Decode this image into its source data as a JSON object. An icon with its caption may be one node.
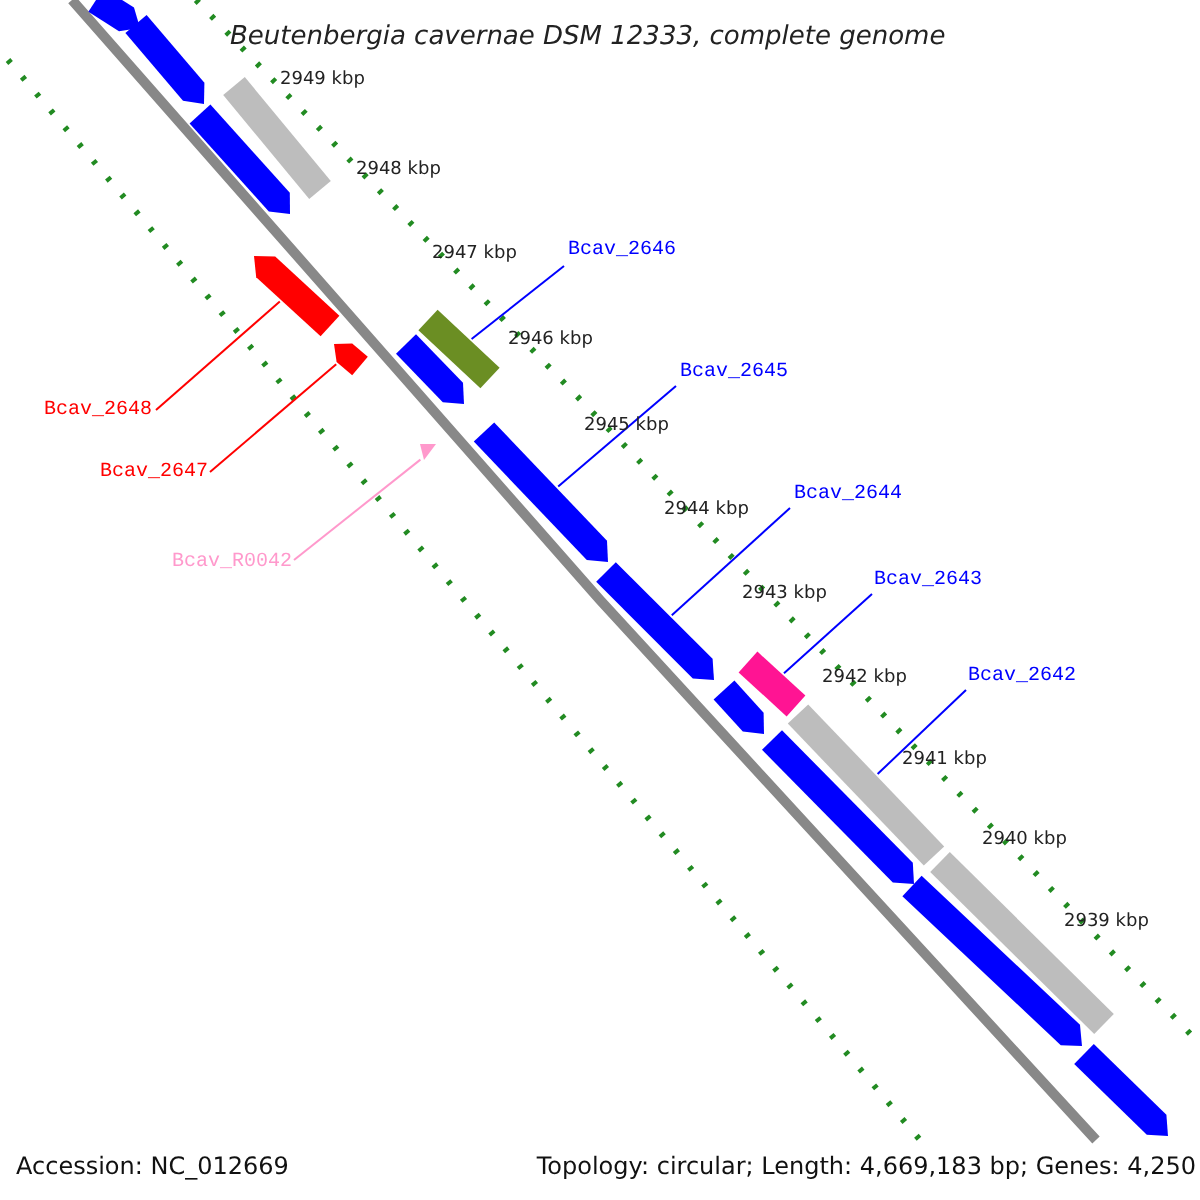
{
  "diagram": {
    "title": "Beutenbergia cavernae DSM 12333, complete genome",
    "nodes": [
      {
        "text": [
          "Bcav_2646"
        ]
      },
      {
        "text": [
          "Bcav_2645"
        ]
      },
      {
        "text": [
          "Bcav_2644"
        ]
      },
      {
        "text": [
          "Bcav_2643"
        ]
      },
      {
        "text": [
          "Bcav_2642"
        ]
      },
      {
        "text": [
          "Bcav_2648"
        ]
      },
      {
        "text": [
          "Bcav_2647"
        ]
      },
      {
        "text": [
          "Bcav_R0042"
        ]
      },
      {
        "text": [],
        "shape": "pentagon"
      },
      {
        "text": [],
        "shape": "pentagon"
      },
      {
        "text": [],
        "shape": "bar"
      },
      {
        "text": [],
        "shape": "pentagon"
      },
      {
        "text": [],
        "shape": "pentagon"
      },
      {
        "text": [],
        "shape": "bar"
      },
      {
        "text": [],
        "shape": "pentagon"
      },
      {
        "text": [],
        "shape": "pentagon"
      },
      {
        "text": [],
        "shape": "pentagon"
      },
      {
        "text": [],
        "shape": "triangle"
      },
      {
        "text": [],
        "shape": "pentagon"
      },
      {
        "text": [],
        "shape": "bar"
      },
      {
        "text": [],
        "shape": "pentagon"
      },
      {
        "text": [],
        "shape": "bar"
      },
      {
        "text": [],
        "shape": "pentagon"
      },
      {
        "text": [],
        "shape": "bar"
      },
      {
        "text": [],
        "shape": "pentagon"
      },
      {
        "text": [],
        "shape": "pentagon"
      }
    ],
    "edges": [
      {
        "from": 0,
        "to": 13,
        "arrow": "none"
      },
      {
        "from": 1,
        "to": 16,
        "arrow": "none"
      },
      {
        "from": 2,
        "to": 18,
        "arrow": "none"
      },
      {
        "from": 3,
        "to": 19,
        "arrow": "none"
      },
      {
        "from": 4,
        "to": 21,
        "arrow": "none"
      },
      {
        "from": 5,
        "to": 12,
        "arrow": "none",
        "color": "#ff0000"
      },
      {
        "from": 6,
        "to": 14,
        "arrow": "none",
        "color": "#ff0000"
      },
      {
        "from": 7,
        "to": 17,
        "arrow": "none",
        "color": "#ff99cc"
      }
    ],
    "labels": [
      "2949 kbp",
      "2948 kbp",
      "2947 kbp",
      "2946 kbp",
      "2945 kbp",
      "2944 kbp",
      "2943 kbp",
      "2942 kbp",
      "2941 kbp",
      "2940 kbp",
      "2939 kbp",
      "Accession: NC_012669",
      "Topology: circular; Length: 4,669,183 bp; Genes: 4,250"
    ]
  }
}
